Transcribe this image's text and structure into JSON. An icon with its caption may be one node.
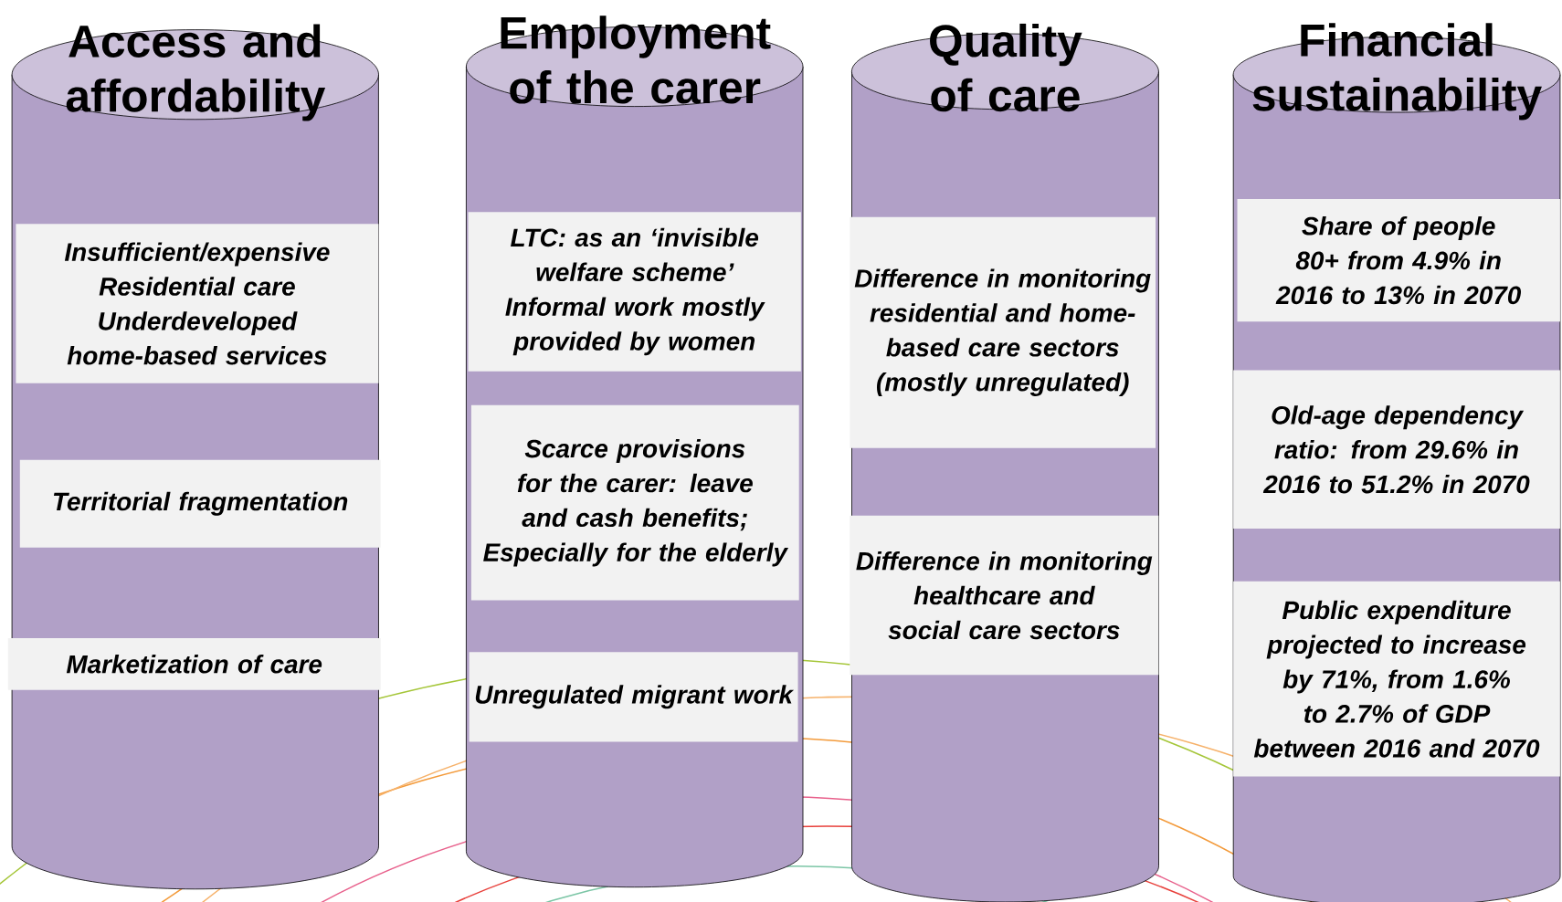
{
  "diagram": {
    "nodes": [
      {
        "text": [
          "Access and affordability"
        ]
      },
      {
        "text": [
          "Insufficient/expensive Residential care Underdeveloped home-based services"
        ],
        "in": 0
      },
      {
        "text": [
          "Territorial fragmentation"
        ],
        "in": 0
      },
      {
        "text": [
          "Marketization of care"
        ],
        "in": 0
      },
      {
        "text": [
          "Employment of the carer"
        ]
      },
      {
        "text": [
          "LTC: as an ‘invisible welfare scheme’ Informal work mostly provided by women"
        ],
        "in": 4
      },
      {
        "text": [
          "Scarce provisions for the carer: leave and cash benefits; Especially for the elderly"
        ],
        "in": 4
      },
      {
        "text": [
          "Unregulated migrant work"
        ],
        "in": 4
      },
      {
        "text": [
          "Quality of care"
        ]
      },
      {
        "text": [
          "Difference in monitoring residential and home-based care sectors (mostly unregulated)"
        ],
        "in": 8
      },
      {
        "text": [
          "Difference in monitoring healthcare and social care sectors"
        ],
        "in": 8
      },
      {
        "text": [
          "Financial sustainability"
        ]
      },
      {
        "text": [
          "Share of people 80+ from 4.9% in 2016 to 13% in 2070"
        ],
        "in": 11
      },
      {
        "text": [
          "Old-age dependency ratio: from 29.6% in 2016 to 51.2% in 2070"
        ],
        "in": 11
      },
      {
        "text": [
          "Public expenditure projected to increase by 71%, from 1.6% to 2.7% of GDP between 2016 and 2070"
        ],
        "in": 11
      }
    ]
  }
}
